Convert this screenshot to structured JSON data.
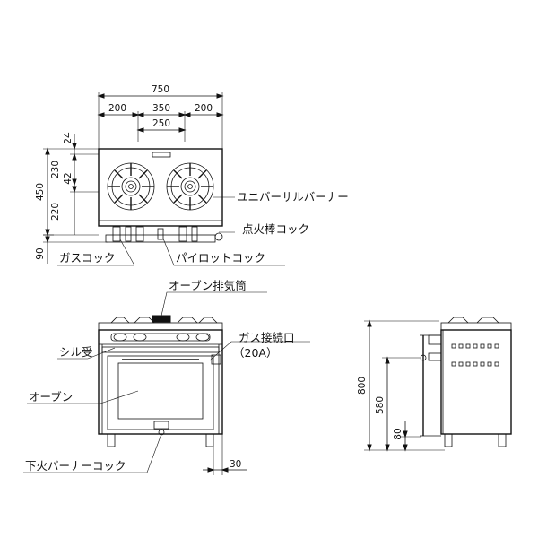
{
  "dimensions": {
    "overall_width": "750",
    "side_left": "200",
    "center": "350",
    "side_right": "200",
    "burner_pitch": "250",
    "depth_total": "450",
    "top_24": "24",
    "upper_230": "230",
    "gap_42": "42",
    "lower_220": "220",
    "front_90": "90",
    "height_800": "800",
    "height_580": "580",
    "height_80": "80",
    "offset_30": "30"
  },
  "labels": {
    "universal_burner": "ユニバーサルバーナー",
    "ignition_cock": "点火棒コック",
    "gas_cock": "ガスコック",
    "pilot_cock": "パイロットコック",
    "oven_exhaust": "オーブン排気筒",
    "spill_tray": "シル受",
    "gas_connection": "ガス接続口",
    "gas_connection_size": "（20A）",
    "oven": "オーブン",
    "lower_burner_cock": "下火バーナーコック"
  }
}
